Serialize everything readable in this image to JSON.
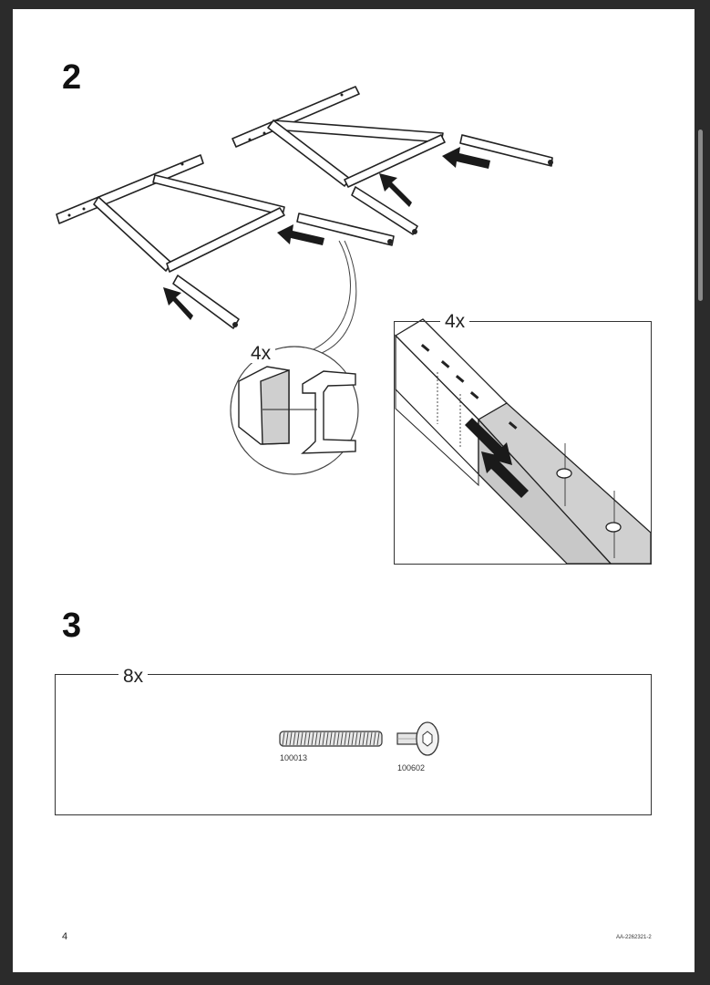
{
  "steps": [
    {
      "number": "2",
      "multipliers": {
        "detail_circle": "4x",
        "detail_box": "4x"
      }
    },
    {
      "number": "3",
      "multipliers": {
        "parts_box": "8x"
      }
    }
  ],
  "parts": [
    {
      "id": "100013",
      "icon": "threaded-bolt-icon"
    },
    {
      "id": "100602",
      "icon": "barrel-nut-icon"
    }
  ],
  "footer": {
    "page_number": "4",
    "doc_code": "AA-2262321-2"
  }
}
